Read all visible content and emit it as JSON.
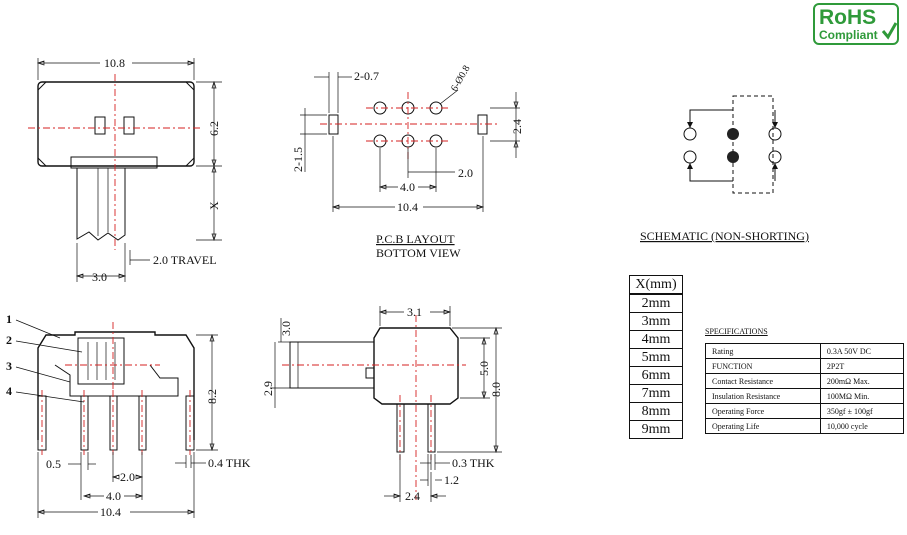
{
  "logo": {
    "line1": "RoHS",
    "line2": "Compliant"
  },
  "top_view": {
    "width_dim": "10.8",
    "height_dim": "6.2",
    "x_dim": "X",
    "actuator_dim": "3.0",
    "travel": "2.0 TRAVEL"
  },
  "pcb_layout": {
    "title": "P.C.B LAYOUT",
    "subtitle": "BOTTOM VIEW",
    "slot_dim": "2-0.7",
    "hole_dim": "6-Ø0.8",
    "slot_height_dim": "2-1.5",
    "row_pitch": "2.4",
    "col_span": "4.0",
    "pitch": "2.0",
    "total_width": "10.4"
  },
  "schematic": {
    "title": "SCHEMATIC (NON-SHORTING)"
  },
  "front_view": {
    "parts": [
      "1",
      "2",
      "3",
      "4"
    ],
    "height_dim": "8.2",
    "pin_offset": "0.5",
    "pitch": "2.0",
    "span": "4.0",
    "total_width": "10.4",
    "thickness": "0.4 THK"
  },
  "side_view": {
    "top_width": "3.1",
    "act_height": "3.0",
    "act_dim": "2.9",
    "body_height": "5.0",
    "total_height": "8.0",
    "thickness": "0.3 THK",
    "pin_dim": "1.2",
    "pin_span": "2.4"
  },
  "x_table": {
    "header": "X(mm)",
    "rows": [
      "2mm",
      "3mm",
      "4mm",
      "5mm",
      "6mm",
      "7mm",
      "8mm",
      "9mm"
    ]
  },
  "specifications": {
    "title": "SPECIFICATIONS",
    "rows": [
      {
        "label": "Rating",
        "value": "0.3A 50V DC"
      },
      {
        "label": "FUNCTION",
        "value": "2P2T"
      },
      {
        "label": "Contact Resistance",
        "value": "200mΩ Max."
      },
      {
        "label": "Insulation Resistance",
        "value": "100MΩ Min."
      },
      {
        "label": "Operating Force",
        "value": "350gf ± 100gf"
      },
      {
        "label": "Operating Life",
        "value": "10,000 cycle"
      }
    ]
  }
}
